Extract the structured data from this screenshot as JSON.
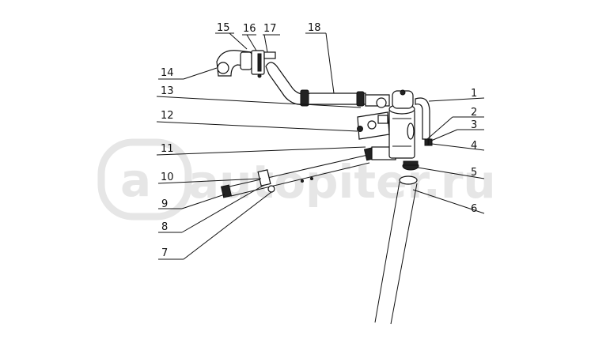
{
  "watermark": {
    "logo_text": "a",
    "text": "autopiter.ru",
    "color": "#e6e6e6"
  },
  "callouts": [
    "1",
    "2",
    "3",
    "4",
    "5",
    "6",
    "7",
    "8",
    "9",
    "10",
    "11",
    "12",
    "13",
    "14",
    "15",
    "16",
    "17",
    "18"
  ],
  "colors": {
    "line": "#111111",
    "background": "#ffffff"
  }
}
